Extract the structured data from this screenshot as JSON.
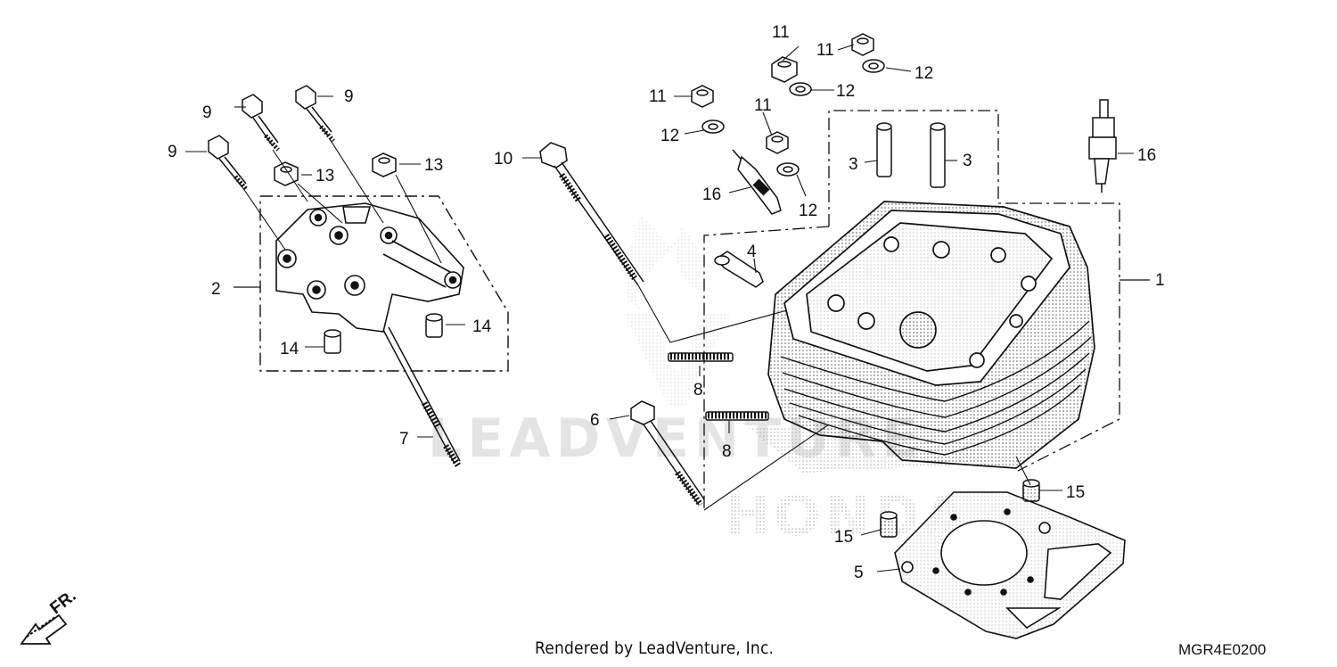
{
  "diagram": {
    "credit": "Rendered by LeadVenture, Inc.",
    "diagram_code": "MGR4E0200",
    "front_marker": "FR.",
    "watermark_text": "LEADVENTURE",
    "watermark_brand": "HONDA",
    "callouts": [
      {
        "id": "c1",
        "label": "1"
      },
      {
        "id": "c2",
        "label": "2"
      },
      {
        "id": "c3a",
        "label": "3"
      },
      {
        "id": "c3b",
        "label": "3"
      },
      {
        "id": "c4",
        "label": "4"
      },
      {
        "id": "c5",
        "label": "5"
      },
      {
        "id": "c6",
        "label": "6"
      },
      {
        "id": "c7",
        "label": "7"
      },
      {
        "id": "c8a",
        "label": "8"
      },
      {
        "id": "c8b",
        "label": "8"
      },
      {
        "id": "c9a",
        "label": "9"
      },
      {
        "id": "c9b",
        "label": "9"
      },
      {
        "id": "c9c",
        "label": "9"
      },
      {
        "id": "c10",
        "label": "10"
      },
      {
        "id": "c11a",
        "label": "11"
      },
      {
        "id": "c11b",
        "label": "11"
      },
      {
        "id": "c11c",
        "label": "11"
      },
      {
        "id": "c11d",
        "label": "11"
      },
      {
        "id": "c12a",
        "label": "12"
      },
      {
        "id": "c12b",
        "label": "12"
      },
      {
        "id": "c12c",
        "label": "12"
      },
      {
        "id": "c12d",
        "label": "12"
      },
      {
        "id": "c13a",
        "label": "13"
      },
      {
        "id": "c13b",
        "label": "13"
      },
      {
        "id": "c14a",
        "label": "14"
      },
      {
        "id": "c14b",
        "label": "14"
      },
      {
        "id": "c15a",
        "label": "15"
      },
      {
        "id": "c15b",
        "label": "15"
      },
      {
        "id": "c16a",
        "label": "16"
      },
      {
        "id": "c16b",
        "label": "16"
      }
    ]
  }
}
